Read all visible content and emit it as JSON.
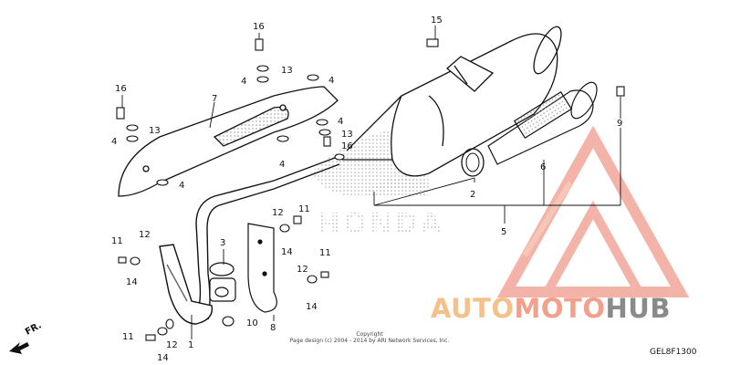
{
  "diagram_code": "GEL8F1300",
  "copyright_lines": [
    "Copyright",
    "Page design (c) 2004 - 2014 by ARI Network Services, Inc."
  ],
  "front_label": "FR.",
  "brand_text": "HONDA",
  "watermark": {
    "parts": [
      {
        "text": "AUTO",
        "color": "#f6c089"
      },
      {
        "text": "MOTO",
        "color": "#f2a08c"
      },
      {
        "text": "HUB",
        "color": "#8a8a8a"
      }
    ]
  },
  "callouts": [
    {
      "id": "c16a",
      "text": "16"
    },
    {
      "id": "c13a",
      "text": "13"
    },
    {
      "id": "c4a",
      "text": "4"
    },
    {
      "id": "c4b",
      "text": "4"
    },
    {
      "id": "c16b",
      "text": "16"
    },
    {
      "id": "c7",
      "text": "7"
    },
    {
      "id": "c13b",
      "text": "13"
    },
    {
      "id": "c4c",
      "text": "4"
    },
    {
      "id": "c4d",
      "text": "4"
    },
    {
      "id": "c13c",
      "text": "13"
    },
    {
      "id": "c16c",
      "text": "16"
    },
    {
      "id": "c4e",
      "text": "4"
    },
    {
      "id": "c4f",
      "text": "4"
    },
    {
      "id": "c15",
      "text": "15"
    },
    {
      "id": "c9",
      "text": "9"
    },
    {
      "id": "c2",
      "text": "2"
    },
    {
      "id": "c6",
      "text": "6"
    },
    {
      "id": "c5",
      "text": "5"
    },
    {
      "id": "c11a",
      "text": "11"
    },
    {
      "id": "c12a",
      "text": "12"
    },
    {
      "id": "c14a",
      "text": "14"
    },
    {
      "id": "c3",
      "text": "3"
    },
    {
      "id": "c12b",
      "text": "12"
    },
    {
      "id": "c14b",
      "text": "14"
    },
    {
      "id": "c11b",
      "text": "11"
    },
    {
      "id": "c11c",
      "text": "11"
    },
    {
      "id": "c12c",
      "text": "12"
    },
    {
      "id": "c14c",
      "text": "14"
    },
    {
      "id": "c10",
      "text": "10"
    },
    {
      "id": "c8",
      "text": "8"
    },
    {
      "id": "c11d",
      "text": "11"
    },
    {
      "id": "c14d",
      "text": "14"
    },
    {
      "id": "c12d",
      "text": "12"
    },
    {
      "id": "c1",
      "text": "1"
    }
  ]
}
